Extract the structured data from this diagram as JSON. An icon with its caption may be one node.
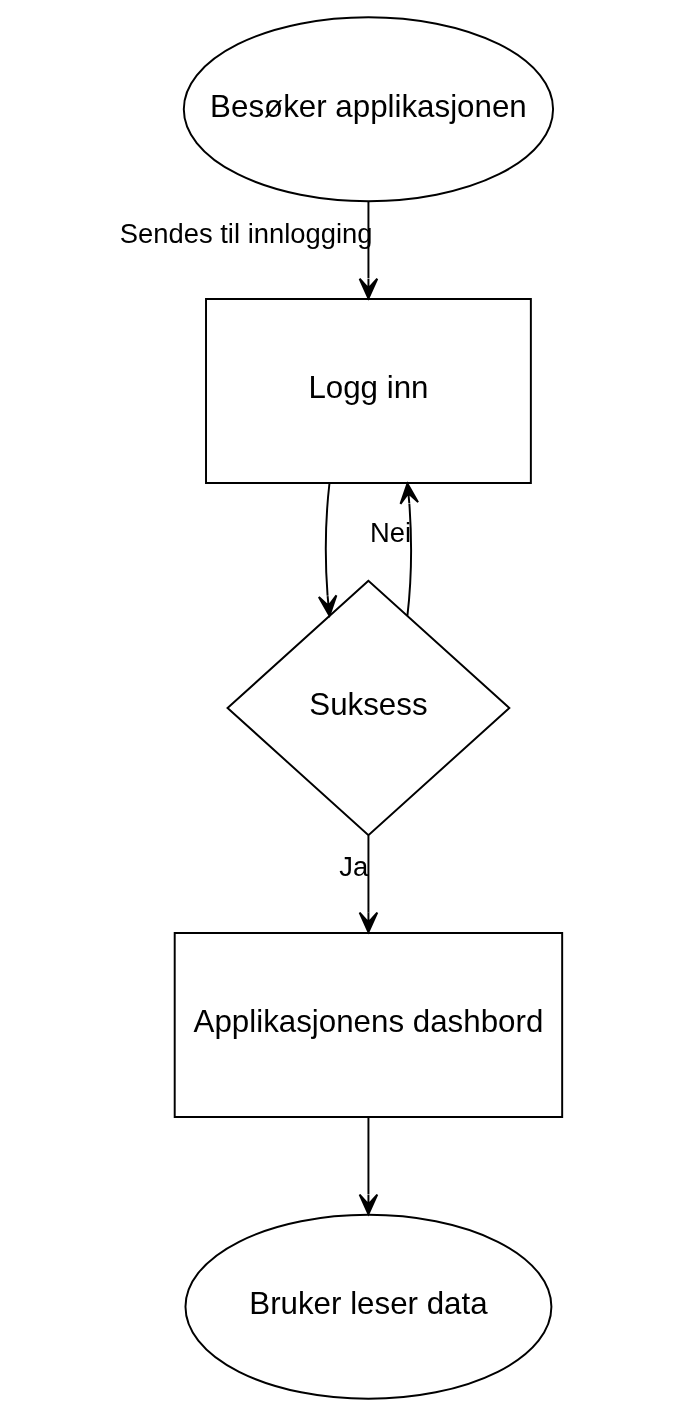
{
  "diagram": {
    "nodes": [
      {
        "text": [
          "Besøker applikasjonen"
        ]
      },
      {
        "text": [
          "Logg inn"
        ]
      },
      {
        "text": [
          "Suksess"
        ]
      },
      {
        "text": [
          "Applikasjonens dashbord"
        ]
      },
      {
        "text": [
          "Bruker leser data"
        ]
      }
    ],
    "edges": [
      {
        "from": 0,
        "to": 1,
        "arrow": "to",
        "label": "Sendes til innlogging"
      },
      {
        "from": 1,
        "to": 2,
        "arrow": "to"
      },
      {
        "from": 2,
        "to": 1,
        "arrow": "to",
        "label": "Nei"
      },
      {
        "from": 2,
        "to": 3,
        "arrow": "to",
        "label": "Ja"
      },
      {
        "from": 3,
        "to": 4,
        "arrow": "to"
      }
    ]
  }
}
